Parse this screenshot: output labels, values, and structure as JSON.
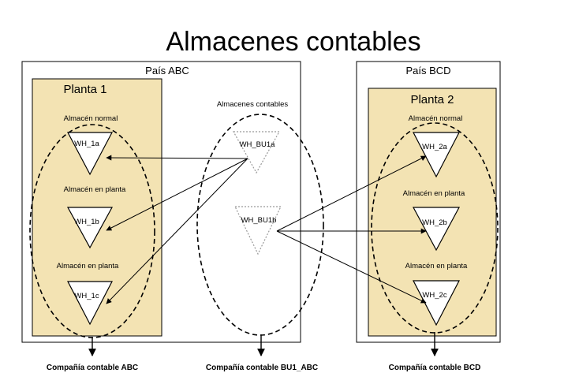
{
  "title": "Almacenes contables",
  "countries": {
    "abc": {
      "label": "País ABC"
    },
    "bcd": {
      "label": "País BCD"
    }
  },
  "plants": {
    "p1": {
      "label": "Planta 1"
    },
    "p2": {
      "label": "Planta 2"
    }
  },
  "accounting_group_label": "Almacenes contables",
  "warehouse_types": {
    "p1_normal": "Almacén normal",
    "p1_plant_b": "Almacén en planta",
    "p1_plant_c": "Almacén en planta",
    "p2_normal": "Almacén normal",
    "p2_plant_b": "Almacén en planta",
    "p2_plant_c": "Almacén en planta"
  },
  "warehouses": {
    "wh_1a": "WH_1a",
    "wh_1b": "WH_1b",
    "wh_1c": "WH_1c",
    "wh_bu1a": "WH_BU1a",
    "wh_bu1b": "WH_BU1b",
    "wh_2a": "WH_2a",
    "wh_2b": "WH_2b",
    "wh_2c": "WH_2c"
  },
  "companies": {
    "abc": "Compañía contable ABC",
    "bu1_abc": "Compañía contable BU1_ABC",
    "bcd": "Compañía contable BCD"
  },
  "colors": {
    "plant_fill": "#f3e3b3",
    "line": "#000000",
    "accounting_triangle": "#999999"
  }
}
